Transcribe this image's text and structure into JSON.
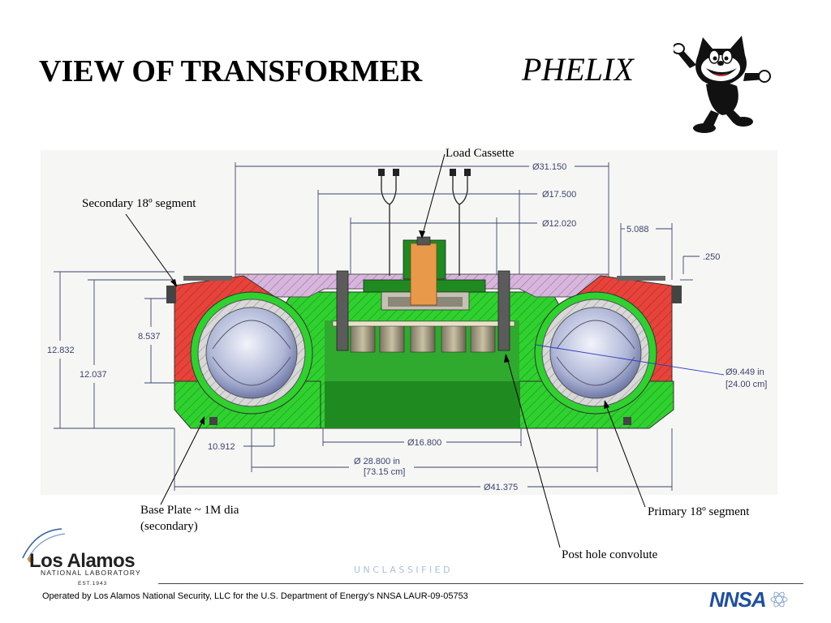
{
  "slide": {
    "title": "VIEW OF TRANSFORMER",
    "project": "PHELIX"
  },
  "callouts": {
    "load_cassette": "Load Cassette",
    "secondary_segment": "Secondary 18º segment",
    "base_plate_line1": "Base Plate ~ 1M dia",
    "base_plate_line2": "(secondary)",
    "primary_segment": "Primary 18º segment",
    "post_hole": "Post hole convolute"
  },
  "dimensions": {
    "d31": "Ø31.150",
    "d17": "Ø17.500",
    "d12": "Ø12.020",
    "w5088": "5.088",
    "t250": ".250",
    "h12832": "12.832",
    "h12037": "12.037",
    "h8537": "8.537",
    "d9449_in": "Ø9.449 in",
    "d9449_cm": "[24.00 cm]",
    "h10912": "10.912",
    "d16800": "Ø16.800",
    "d28800_in": "Ø 28.800 in",
    "d28800_cm": "[73.15 cm]",
    "d41375": "Ø41.375"
  },
  "footer": {
    "classification": "UNCLASSIFIED",
    "operated_by": "Operated by Los Alamos National Security, LLC for the U.S. Department of Energy’s NNSA   LAUR-09-05753",
    "lab_name": "Los Alamos",
    "lab_sub": "NATIONAL LABORATORY",
    "lab_est": "EST.1943",
    "nnsa": "NNSA"
  },
  "colors": {
    "red_section": "#e8433a",
    "green_section": "#2ed12e",
    "dark_green": "#1f8a1f",
    "lavender": "#d7b5dc",
    "orange": "#e89a4a",
    "dim_line": "#3b4470",
    "nnsa_blue": "#1e4fa0"
  }
}
